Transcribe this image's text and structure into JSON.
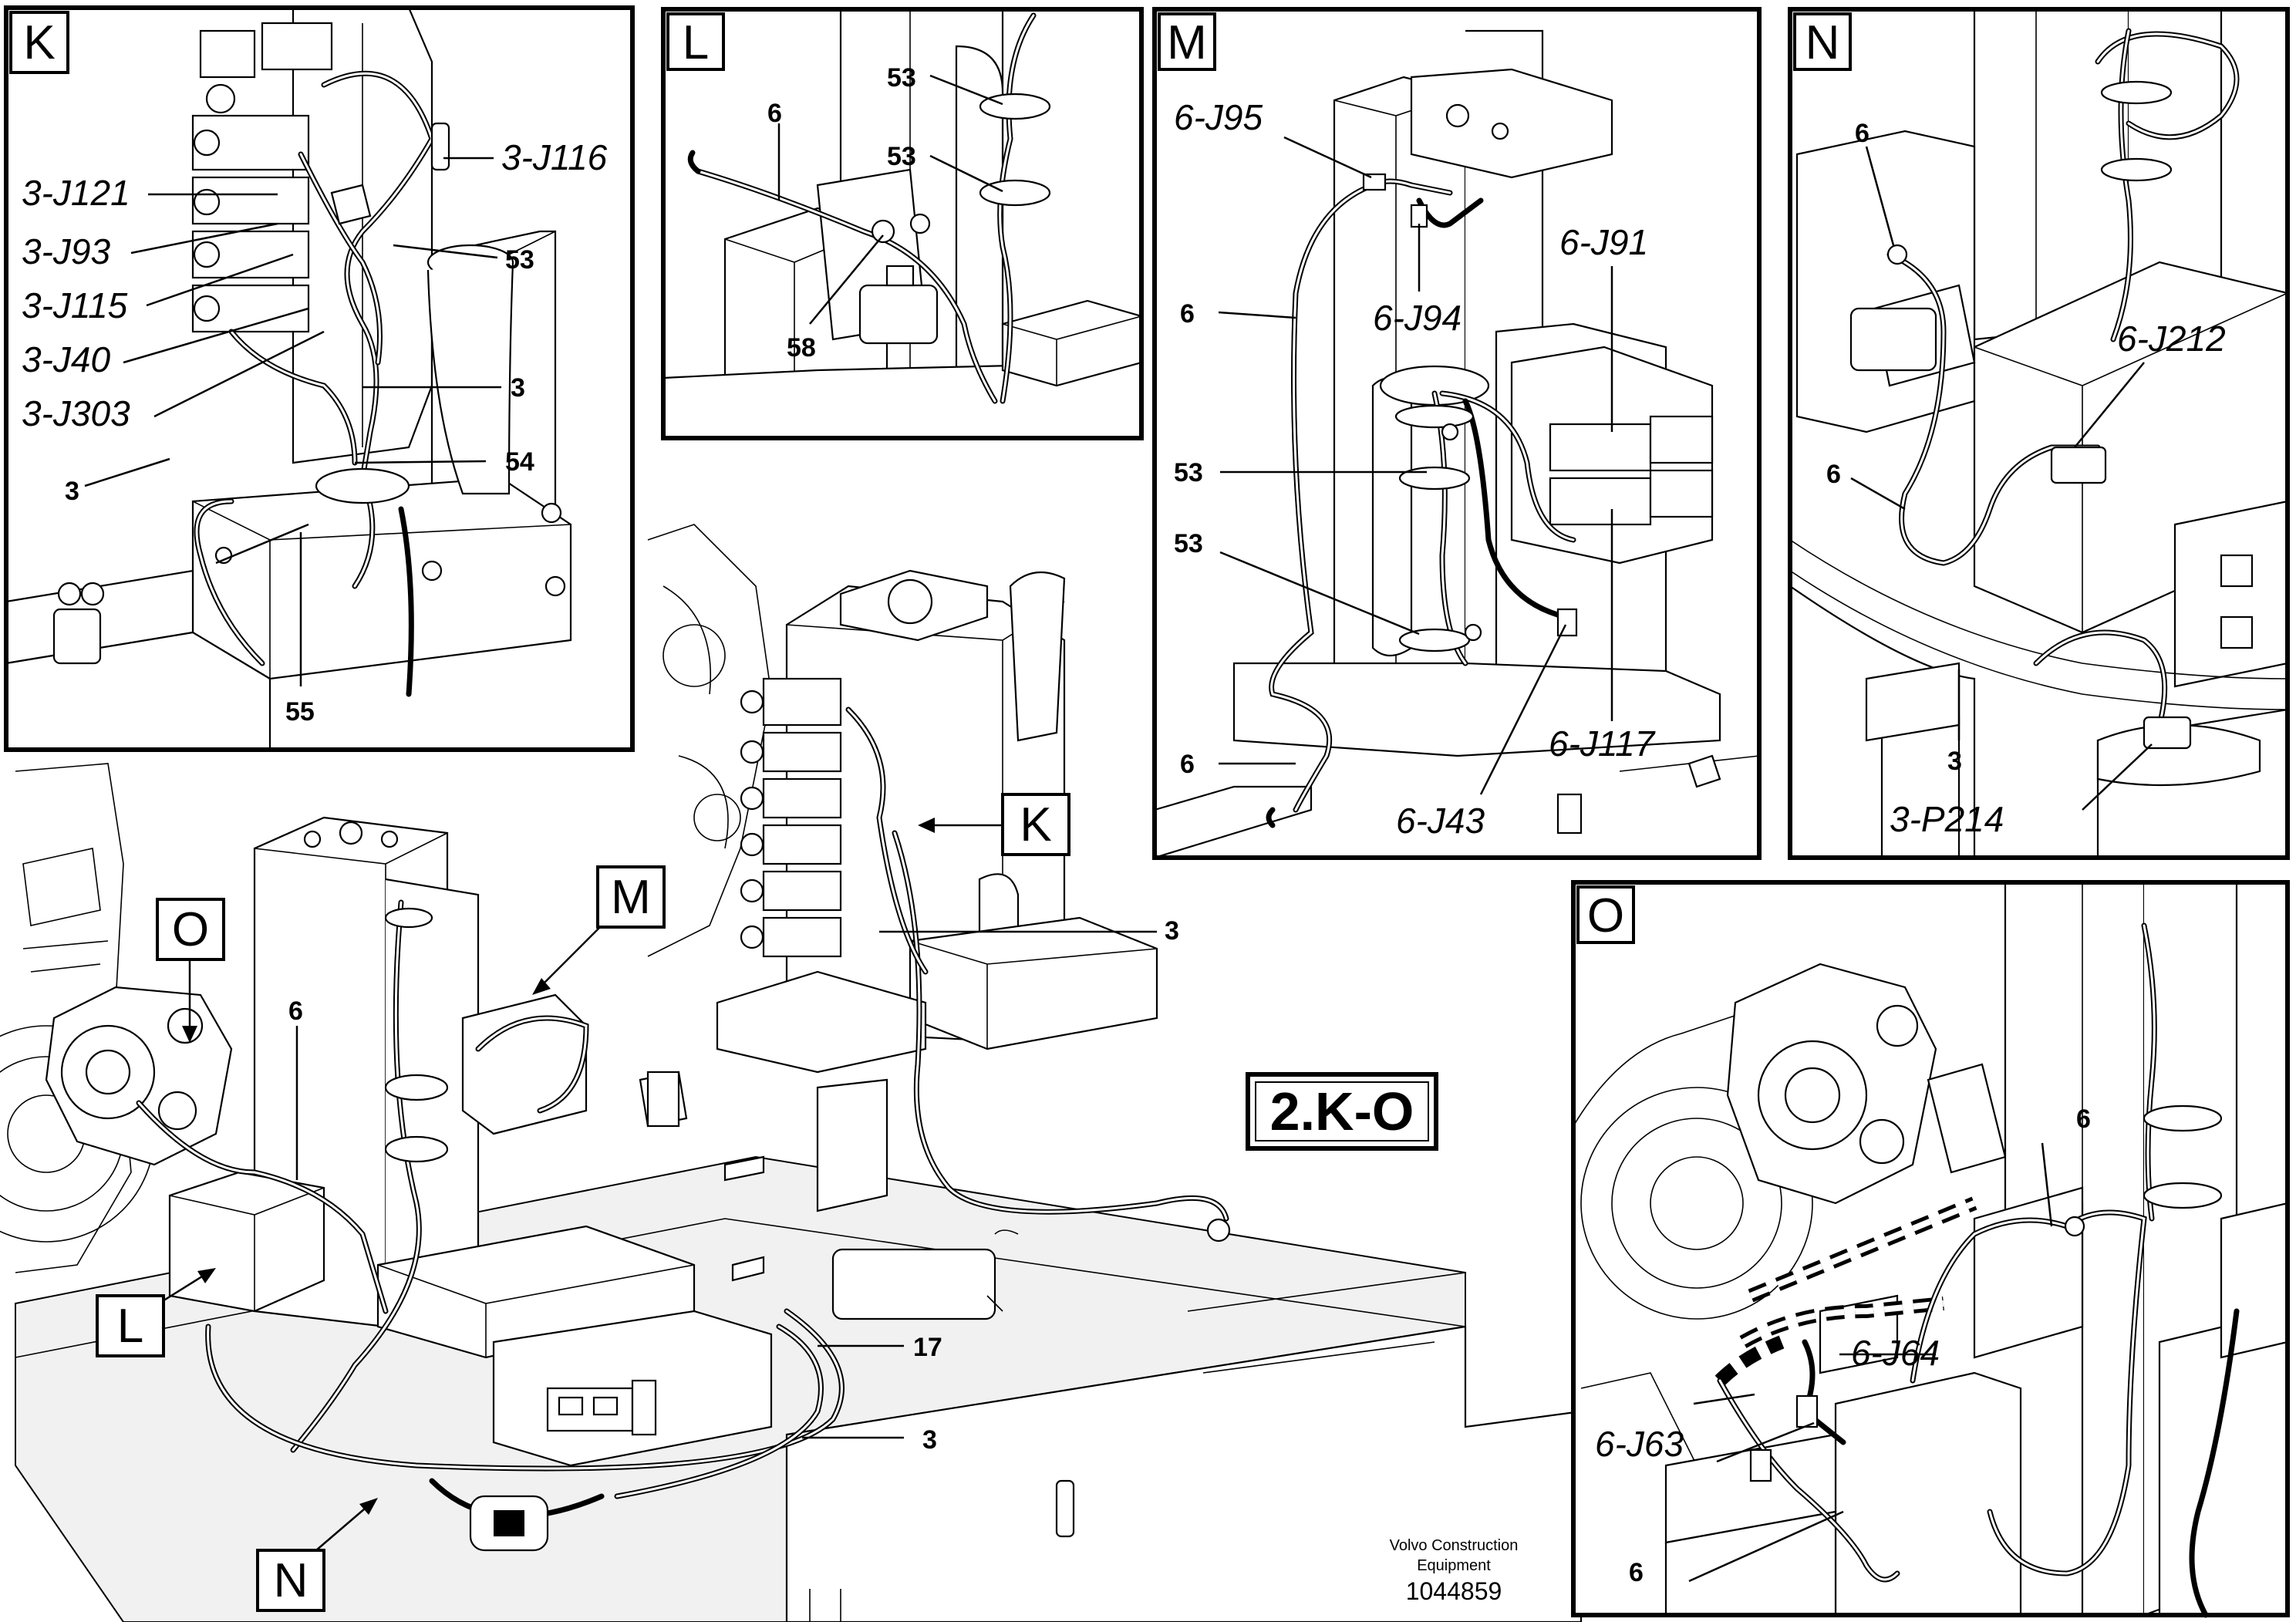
{
  "figure_code": "2.K-O",
  "credit_line1": "Volvo Construction",
  "credit_line2": "Equipment",
  "doc_number": "1044859",
  "panels": {
    "K": {
      "tag": "K",
      "labels": [
        "3-J121",
        "3-J93",
        "3-J115",
        "3-J40",
        "3-J303",
        "3-J116"
      ],
      "numbers": [
        "3",
        "53",
        "3",
        "54",
        "55"
      ]
    },
    "L": {
      "tag": "L",
      "numbers": [
        "53",
        "53",
        "6",
        "58"
      ]
    },
    "M": {
      "tag": "M",
      "labels": [
        "6-J95",
        "6-J94",
        "6-J91",
        "6-J117",
        "6-J43"
      ],
      "numbers": [
        "6",
        "53",
        "53",
        "6"
      ]
    },
    "N": {
      "tag": "N",
      "labels": [
        "6-J212",
        "3-P214"
      ],
      "numbers": [
        "6",
        "6",
        "3"
      ]
    },
    "O": {
      "tag": "O",
      "labels": [
        "6-J64",
        "6-J63"
      ],
      "numbers": [
        "6",
        "6"
      ]
    }
  },
  "overview": {
    "callouts": [
      "O",
      "M",
      "K",
      "L",
      "N"
    ],
    "numbers": [
      "6",
      "3",
      "17",
      "3"
    ]
  },
  "icons": [
    "hydraulic-valve-block-icon",
    "wiring-harness-icon",
    "connector-icon",
    "cable-clamp-icon",
    "hydraulic-pump-icon",
    "control-box-icon"
  ]
}
